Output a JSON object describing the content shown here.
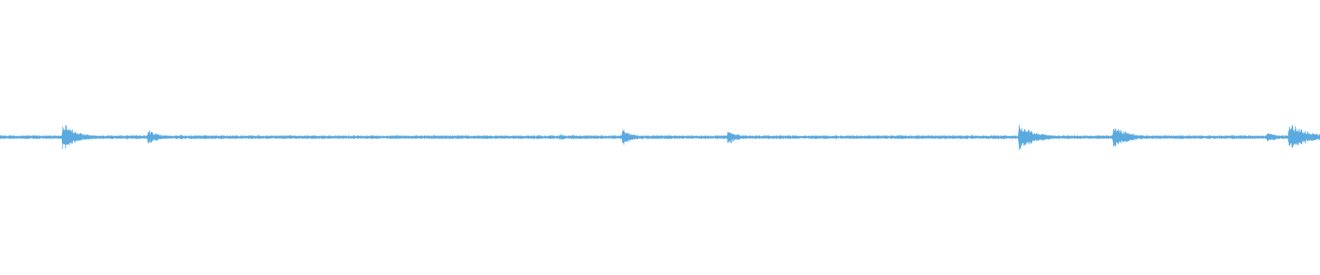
{
  "waveform": {
    "color": "#5aaae0",
    "background": "#ffffff",
    "transients": [
      {
        "t": 0.0475,
        "amp": 1.0,
        "decay": 0.012
      },
      {
        "t": 0.112,
        "amp": 0.55,
        "decay": 0.01
      },
      {
        "t": 0.1365,
        "amp": 0.22,
        "decay": 0.004
      },
      {
        "t": 0.186,
        "amp": 0.14,
        "decay": 0.004
      },
      {
        "t": 0.311,
        "amp": 0.12,
        "decay": 0.004
      },
      {
        "t": 0.424,
        "amp": 0.3,
        "decay": 0.005
      },
      {
        "t": 0.4715,
        "amp": 0.62,
        "decay": 0.008
      },
      {
        "t": 0.5515,
        "amp": 0.55,
        "decay": 0.008
      },
      {
        "t": 0.697,
        "amp": 0.12,
        "decay": 0.004
      },
      {
        "t": 0.743,
        "amp": 0.1,
        "decay": 0.004
      },
      {
        "t": 0.772,
        "amp": 0.92,
        "decay": 0.014
      },
      {
        "t": 0.8435,
        "amp": 0.8,
        "decay": 0.013
      },
      {
        "t": 0.96,
        "amp": 0.35,
        "decay": 0.01
      },
      {
        "t": 0.9765,
        "amp": 1.0,
        "decay": 0.016
      }
    ],
    "noise_floor": 0.1
  }
}
